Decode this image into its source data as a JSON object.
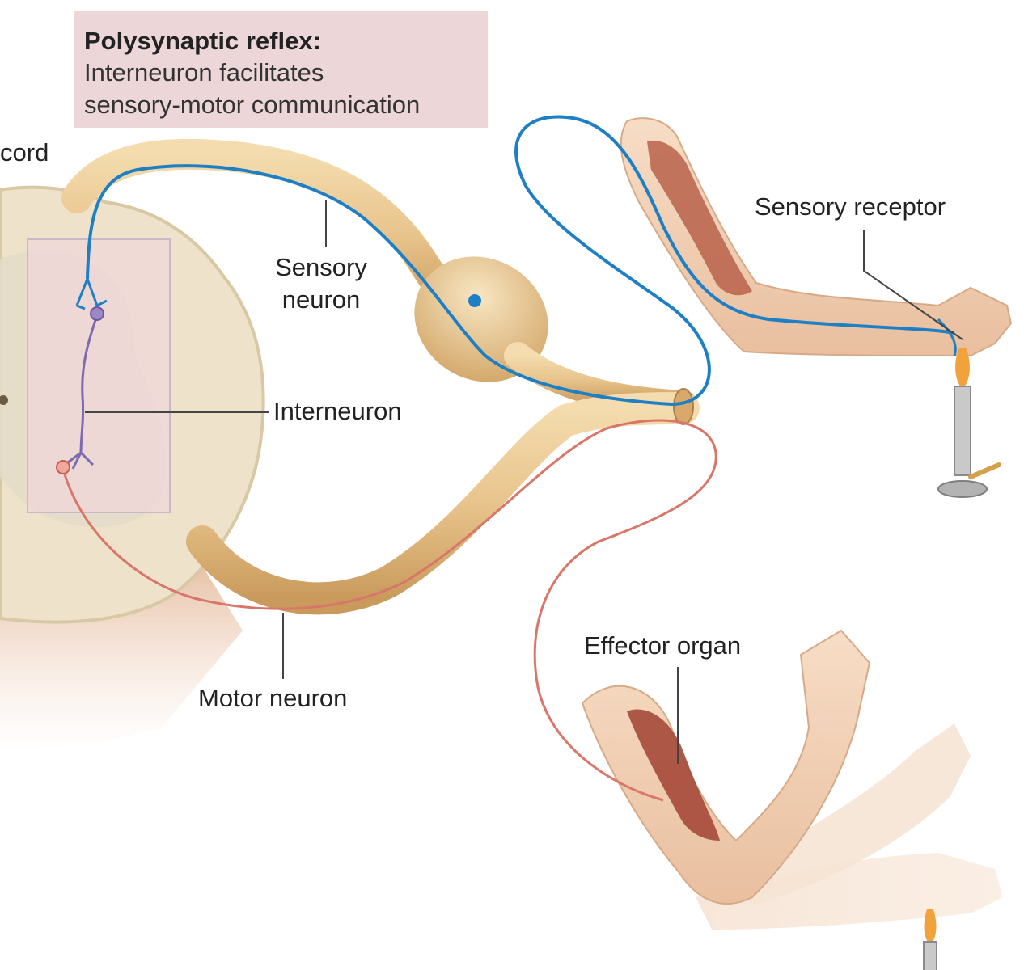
{
  "title": {
    "heading": "Polysynaptic reflex:",
    "line1": "Interneuron facilitates",
    "line2": "sensory-motor communication"
  },
  "labels": {
    "spinal_cord": "cord",
    "sensory_neuron_line1": "Sensory",
    "sensory_neuron_line2": "neuron",
    "interneuron": "Interneuron",
    "motor_neuron": "Motor neuron",
    "sensory_receptor": "Sensory receptor",
    "effector_organ": "Effector organ"
  },
  "colors": {
    "sensory_neuron": "#1f7fc4",
    "interneuron": "#7d6ab0",
    "motor_neuron": "#d9766a",
    "nerve": "#e6c38e",
    "spinal_cord": "#efe6d2",
    "skin": "#f1d2b6",
    "muscle": "#b85a45",
    "title_box": "#ecd6d8"
  }
}
